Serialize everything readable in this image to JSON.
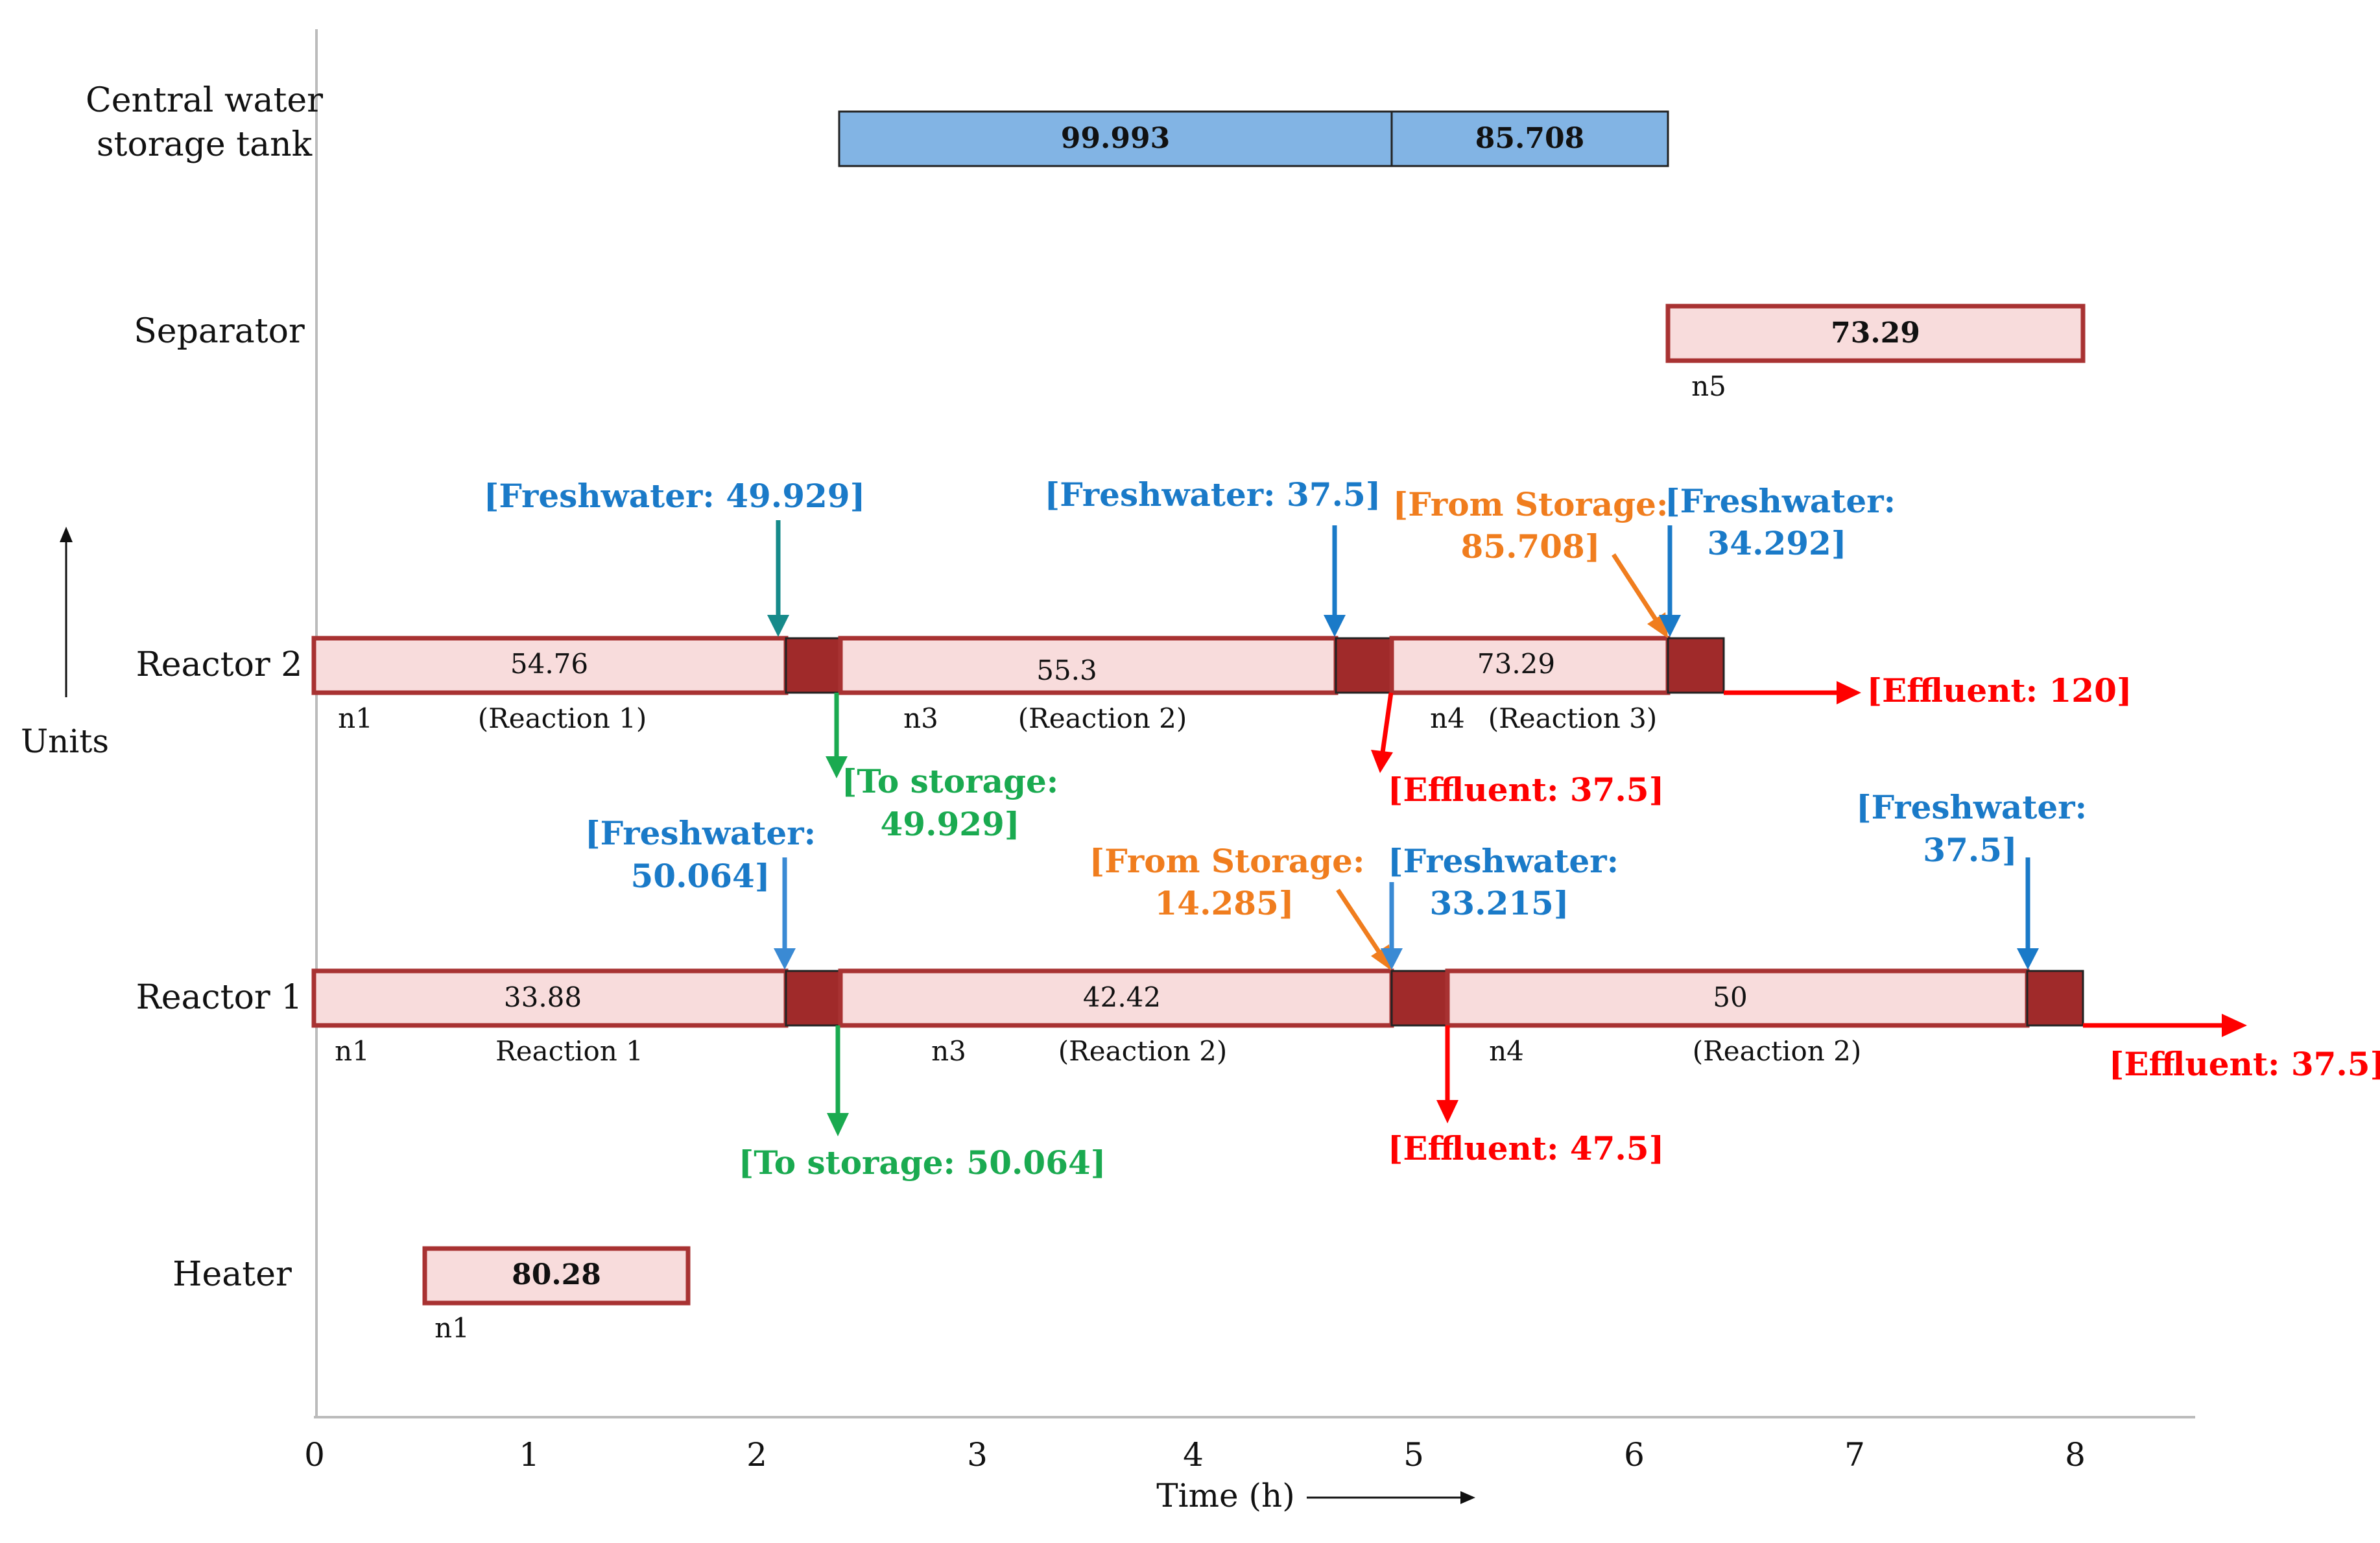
{
  "colors": {
    "reactor_fill": "#f8dcdc",
    "reactor_stroke": "#a83232",
    "transfer_fill": "#a02a2a",
    "tank_fill": "#82b4e4",
    "freshwater": "#1a7ac8",
    "freshwater_teal": "#168a8a",
    "storage_in": "#f07d1e",
    "to_storage": "#1aaa50",
    "effluent": "#ff0000",
    "text": "#111111"
  },
  "units": {
    "tank_line1": "Central water",
    "tank_line2": "storage tank",
    "separator": "Separator",
    "reactor2": "Reactor 2",
    "reactor1": "Reactor 1",
    "heater": "Heater"
  },
  "axis": {
    "ylabel": "Units",
    "xlabel": "Time (h)",
    "ticks": [
      "0",
      "1",
      "2",
      "3",
      "4",
      "5",
      "6",
      "7",
      "8"
    ]
  },
  "tank": {
    "seg1": "99.993",
    "seg2": "85.708"
  },
  "separator": {
    "value": "73.29",
    "event": "n5"
  },
  "reactor2": {
    "seg1": "54.76",
    "seg2": "55.3",
    "seg3": "73.29",
    "n1": "n1",
    "r1": "(Reaction 1)",
    "n3": "n3",
    "r2": "(Reaction 2)",
    "n4": "n4",
    "r3": "(Reaction 3)",
    "fw1": "[Freshwater: 49.929]",
    "fw2": "[Freshwater: 37.5]",
    "from_storage_l1": "[From Storage:",
    "from_storage_l2": "85.708]",
    "fw3_l1": "[Freshwater:",
    "fw3_l2": "34.292]",
    "to_storage_l1": "[To storage:",
    "to_storage_l2": "49.929]",
    "effluent_mid": "[Effluent: 37.5]",
    "effluent_end": "[Effluent: 120]"
  },
  "reactor1": {
    "seg1": "33.88",
    "seg2": "42.42",
    "seg3": "50",
    "n1": "n1",
    "r1": "Reaction 1",
    "n3": "n3",
    "r2": "(Reaction 2)",
    "n4": "n4",
    "r3": "(Reaction 2)",
    "fw1_l1": "[Freshwater:",
    "fw1_l2": "50.064]",
    "from_storage_l1": "[From Storage:",
    "from_storage_l2": "14.285]",
    "fw2_l1": "[Freshwater:",
    "fw2_l2": "33.215]",
    "fw3_l1": "[Freshwater:",
    "fw3_l2": "37.5]",
    "to_storage": "[To storage: 50.064]",
    "effluent_mid": "[Effluent: 47.5]",
    "effluent_end": "[Effluent: 37.5]"
  },
  "heater": {
    "value": "80.28",
    "event": "n1"
  }
}
